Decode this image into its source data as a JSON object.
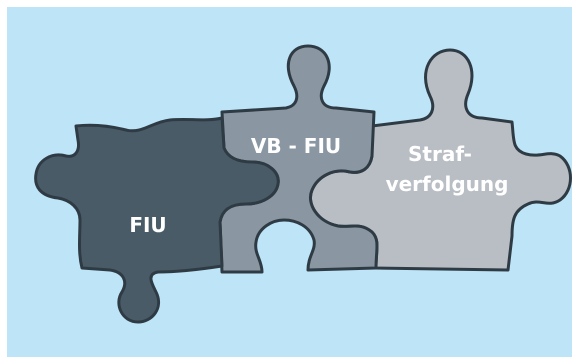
{
  "pieces": [
    {
      "id": "fiu",
      "label": "FIU",
      "color": "#4a5b68"
    },
    {
      "id": "vb-fiu",
      "label": "VB - FIU",
      "color": "#8a97a2"
    },
    {
      "id": "strafverfolgung",
      "label_line1": "Straf-",
      "label_line2": "verfolgung",
      "color": "#b9bec4"
    }
  ],
  "colors": {
    "background": "#bde4f7",
    "outline": "#2f3b44"
  }
}
